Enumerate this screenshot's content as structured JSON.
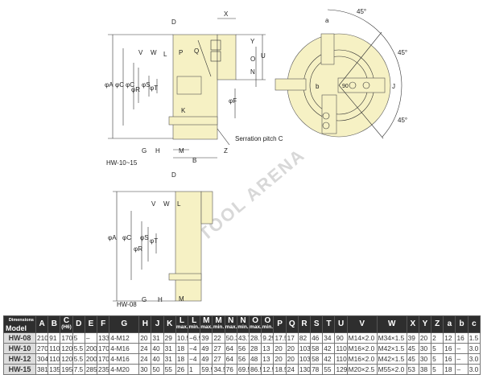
{
  "drawing": {
    "side_view_caption": "HW-10~15",
    "bottom_view_caption": "HW-08",
    "serration_note": "Serration pitch C",
    "watermark": "TOOL ARENA",
    "labels": {
      "D": "D",
      "X": "X",
      "Y": "Y",
      "U": "U",
      "O": "O",
      "N": "N",
      "F": "φF",
      "A": "φA",
      "C": "φC",
      "R": "φR",
      "S": "φS",
      "T": "φT",
      "V": "V",
      "W": "W",
      "L": "L",
      "P": "P",
      "Q": "Q",
      "K": "K",
      "G": "G",
      "H": "H",
      "M": "M",
      "B": "B",
      "Z": "Z",
      "a": "a",
      "b": "b",
      "J": "J",
      "deg45": "45°",
      "ninety": "90"
    }
  },
  "table": {
    "corner_top": "Dimensions",
    "corner_bottom": "Model",
    "headers": [
      {
        "main": "A",
        "sub": ""
      },
      {
        "main": "B",
        "sub": ""
      },
      {
        "main": "C",
        "sub": "(H6)"
      },
      {
        "main": "D",
        "sub": ""
      },
      {
        "main": "E",
        "sub": ""
      },
      {
        "main": "F",
        "sub": ""
      },
      {
        "main": "G",
        "sub": ""
      },
      {
        "main": "H",
        "sub": ""
      },
      {
        "main": "J",
        "sub": ""
      },
      {
        "main": "K",
        "sub": ""
      },
      {
        "main": "L",
        "sub": "max."
      },
      {
        "main": "L",
        "sub": "min."
      },
      {
        "main": "M",
        "sub": "max."
      },
      {
        "main": "M",
        "sub": "min."
      },
      {
        "main": "N",
        "sub": "max."
      },
      {
        "main": "N",
        "sub": "min."
      },
      {
        "main": "O",
        "sub": "max."
      },
      {
        "main": "O",
        "sub": "min."
      },
      {
        "main": "P",
        "sub": ""
      },
      {
        "main": "Q",
        "sub": ""
      },
      {
        "main": "R",
        "sub": ""
      },
      {
        "main": "S",
        "sub": ""
      },
      {
        "main": "T",
        "sub": ""
      },
      {
        "main": "U",
        "sub": ""
      },
      {
        "main": "V",
        "sub": ""
      },
      {
        "main": "W",
        "sub": ""
      },
      {
        "main": "X",
        "sub": ""
      },
      {
        "main": "Y",
        "sub": ""
      },
      {
        "main": "Z",
        "sub": ""
      },
      {
        "main": "a",
        "sub": ""
      },
      {
        "main": "b",
        "sub": ""
      },
      {
        "main": "c",
        "sub": ""
      }
    ],
    "rows": [
      {
        "model": "HW-08",
        "values": [
          "210",
          "91",
          "170",
          "5",
          "–",
          "133.4",
          "4-M12",
          "20",
          "31",
          "29",
          "10.5",
          "−6.5",
          "39",
          "22",
          "50.3",
          "43.7",
          "28.75",
          "9.25",
          "17.5",
          "17",
          "82",
          "46",
          "34",
          "90",
          "M14×2.0",
          "M34×1.5",
          "39",
          "20",
          "2",
          "12",
          "16",
          "1.5"
        ]
      },
      {
        "model": "HW-10",
        "values": [
          "270",
          "110",
          "120",
          "5.5",
          "200",
          "170",
          "4-M16",
          "24",
          "40",
          "31",
          "18",
          "−4",
          "49",
          "27",
          "64",
          "56",
          "28",
          "13",
          "20",
          "20",
          "103",
          "58",
          "42",
          "110",
          "M16×2.0",
          "M42×1.5",
          "45",
          "30",
          "5",
          "16",
          "–",
          "3.0"
        ]
      },
      {
        "model": "HW-12",
        "values": [
          "304",
          "110",
          "120",
          "5.5",
          "200",
          "170",
          "4-M16",
          "24",
          "40",
          "31",
          "18",
          "−4",
          "49",
          "27",
          "64",
          "56",
          "48",
          "13",
          "20",
          "20",
          "103",
          "58",
          "42",
          "110",
          "M16×2.0",
          "M42×1.5",
          "45",
          "30",
          "5",
          "16",
          "–",
          "3.0"
        ]
      },
      {
        "model": "HW-15",
        "values": [
          "381",
          "135",
          "195",
          "7.5",
          "285",
          "235",
          "4-M20",
          "30",
          "50",
          "55",
          "26",
          "1",
          "59.5",
          "34.5",
          "76",
          "69.5",
          "86.5",
          "12.5",
          "18.5",
          "24",
          "130",
          "78",
          "55",
          "129",
          "M20×2.5",
          "M55×2.0",
          "53",
          "38",
          "5",
          "18",
          "–",
          "3.0"
        ]
      }
    ]
  }
}
